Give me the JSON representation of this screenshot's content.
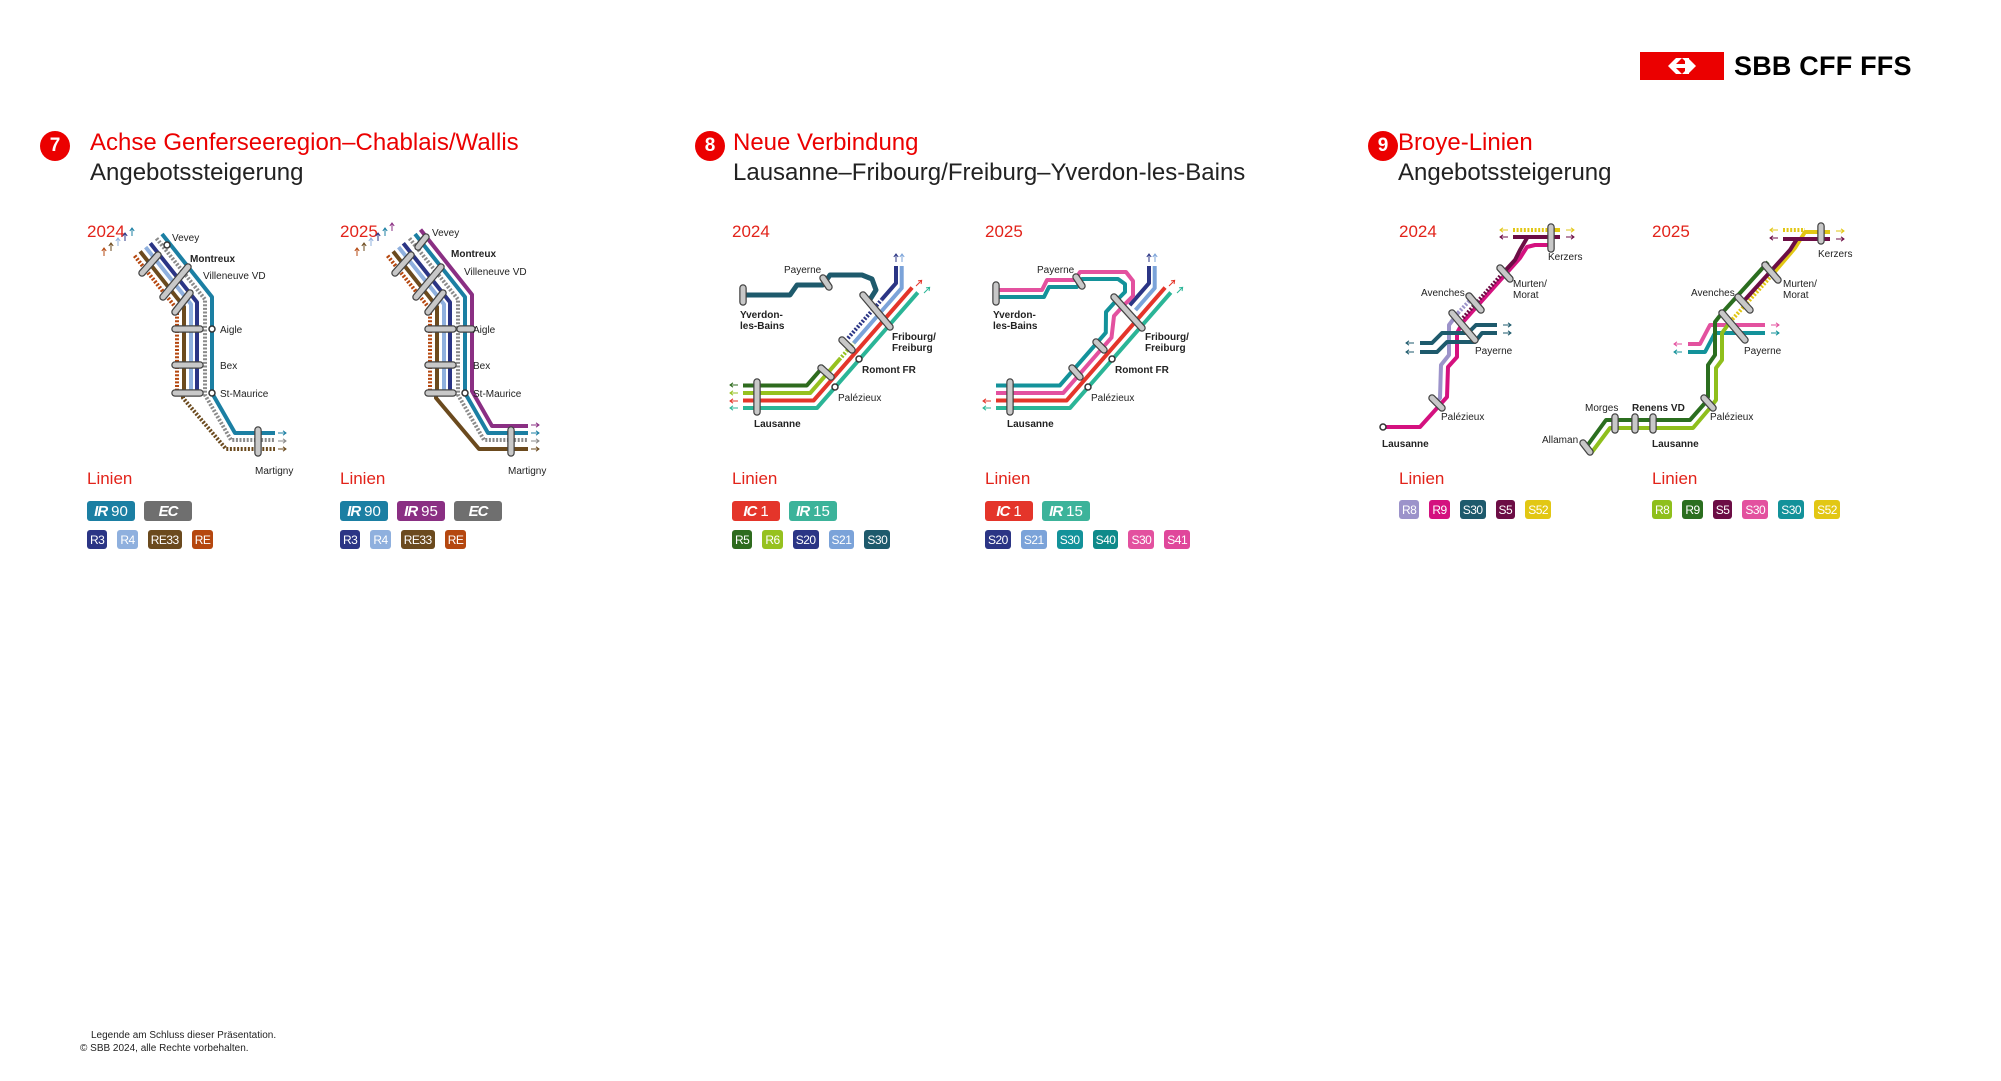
{
  "logo": {
    "text": "SBB CFF FFS",
    "color": "#eb0000",
    "icon": "sbb-double-arrow-icon"
  },
  "sections": [
    {
      "number": "7",
      "title": "Achse Genferseeregion–Chablais/Wallis",
      "subtitle": "Angebotssteigerung",
      "panels": [
        {
          "year": "2024",
          "linien_label": "Linien",
          "stations": [
            "Vevey",
            "Montreux",
            "Villeneuve VD",
            "Aigle",
            "Bex",
            "St-Maurice",
            "Martigny"
          ],
          "products": [
            {
              "prefix": "IR",
              "number": "90",
              "color": "#1b7fa3"
            },
            {
              "prefix": "EC",
              "number": "",
              "color": "#6f6f6f"
            }
          ],
          "lines": [
            {
              "label": "R3",
              "color": "#2b3585"
            },
            {
              "label": "R4",
              "color": "#8fb0de"
            },
            {
              "label": "RE33",
              "color": "#6b4a1e"
            },
            {
              "label": "RE",
              "color": "#b5470f"
            }
          ]
        },
        {
          "year": "2025",
          "linien_label": "Linien",
          "stations": [
            "Vevey",
            "Montreux",
            "Villeneuve VD",
            "Aigle",
            "Bex",
            "St-Maurice",
            "Martigny"
          ],
          "products": [
            {
              "prefix": "IR",
              "number": "90",
              "color": "#1b7fa3"
            },
            {
              "prefix": "IR",
              "number": "95",
              "color": "#8a2f83"
            },
            {
              "prefix": "EC",
              "number": "",
              "color": "#6f6f6f"
            }
          ],
          "lines": [
            {
              "label": "R3",
              "color": "#2b3585"
            },
            {
              "label": "R4",
              "color": "#8fb0de"
            },
            {
              "label": "RE33",
              "color": "#6b4a1e"
            },
            {
              "label": "RE",
              "color": "#b5470f"
            }
          ]
        }
      ]
    },
    {
      "number": "8",
      "title": "Neue Verbindung",
      "subtitle": "Lausanne–Fribourg/Freiburg–Yverdon-les-Bains",
      "panels": [
        {
          "year": "2024",
          "linien_label": "Linien",
          "stations": [
            "Payerne",
            [
              "Yverdon-",
              "les-Bains"
            ],
            [
              "Fribourg/",
              "Freiburg"
            ],
            "Romont FR",
            "Palézieux",
            "Lausanne"
          ],
          "products": [
            {
              "prefix": "IC",
              "number": "1",
              "color": "#e4352a"
            },
            {
              "prefix": "IR",
              "number": "15",
              "color": "#3cb39a"
            }
          ],
          "lines": [
            {
              "label": "R5",
              "color": "#2e6b1e"
            },
            {
              "label": "R6",
              "color": "#96c11f"
            },
            {
              "label": "S20",
              "color": "#2b3585"
            },
            {
              "label": "S21",
              "color": "#7ba3d9"
            },
            {
              "label": "S30",
              "color": "#1e5a6c"
            }
          ]
        },
        {
          "year": "2025",
          "linien_label": "Linien",
          "stations": [
            "Payerne",
            [
              "Yverdon-",
              "les-Bains"
            ],
            [
              "Fribourg/",
              "Freiburg"
            ],
            "Romont FR",
            "Palézieux",
            "Lausanne"
          ],
          "products": [
            {
              "prefix": "IC",
              "number": "1",
              "color": "#e4352a"
            },
            {
              "prefix": "IR",
              "number": "15",
              "color": "#3cb39a"
            }
          ],
          "lines": [
            {
              "label": "S20",
              "color": "#2b3585"
            },
            {
              "label": "S21",
              "color": "#7ba3d9"
            },
            {
              "label": "S30",
              "color": "#13929a"
            },
            {
              "label": "S40",
              "color": "#0f8a8a"
            },
            {
              "label": "S30",
              "color": "#e3519f"
            },
            {
              "label": "S41",
              "color": "#e0479b"
            }
          ]
        }
      ]
    },
    {
      "number": "9",
      "title": "Broye-Linien",
      "subtitle": "Angebotssteigerung",
      "panels": [
        {
          "year": "2024",
          "linien_label": "Linien",
          "stations": [
            "Kerzers",
            [
              "Murten/",
              "Morat"
            ],
            "Avenches",
            "Payerne",
            "Palézieux",
            "Lausanne"
          ],
          "products": [],
          "lines": [
            {
              "label": "R8",
              "color": "#9c93ca"
            },
            {
              "label": "R9",
              "color": "#d4117f"
            },
            {
              "label": "S30",
              "color": "#1e5a6c"
            },
            {
              "label": "S5",
              "color": "#6c0d45"
            },
            {
              "label": "S52",
              "color": "#e2c714"
            }
          ]
        },
        {
          "year": "2025",
          "linien_label": "Linien",
          "stations": [
            "Kerzers",
            [
              "Murten/",
              "Morat"
            ],
            "Avenches",
            "Payerne",
            "Palézieux",
            "Morges",
            "Renens VD",
            "Allaman",
            "Lausanne"
          ],
          "products": [],
          "lines": [
            {
              "label": "R8",
              "color": "#8fbf1c"
            },
            {
              "label": "R9",
              "color": "#2b6e1f"
            },
            {
              "label": "S5",
              "color": "#6c0d45"
            },
            {
              "label": "S30",
              "color": "#e3519f"
            },
            {
              "label": "S30",
              "color": "#13929a"
            },
            {
              "label": "S52",
              "color": "#e2c714"
            }
          ]
        }
      ]
    }
  ],
  "footer": {
    "legend_note": "Legende am Schluss dieser Präsentation.",
    "copyright": "© SBB 2024, alle Rechte vorbehalten."
  }
}
